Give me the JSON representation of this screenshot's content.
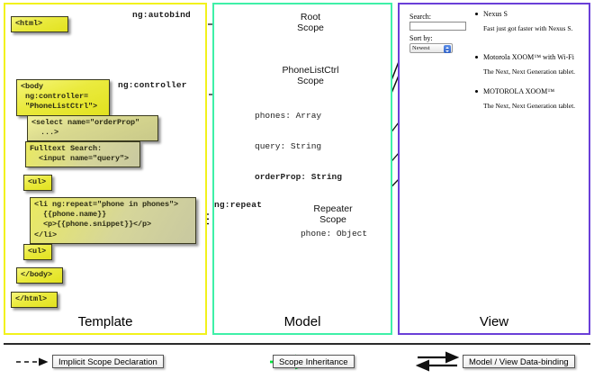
{
  "panels": {
    "template": {
      "label": "Template",
      "border_color": "#f2f21c"
    },
    "model": {
      "label": "Model",
      "border_color": "#3ff0a8"
    },
    "view": {
      "label": "View",
      "border_color": "#6a3fd8"
    }
  },
  "template_code": [
    {
      "name": "html-open-tag",
      "text": "<html>"
    },
    {
      "name": "body-open-tag",
      "text": "<body\n ng:controller=\n \"PhoneListCtrl\">"
    },
    {
      "name": "select-tag",
      "text": "<select name=\"orderProp\"\n  ...>"
    },
    {
      "name": "fulltext-search",
      "text": "Fulltext Search:\n  <input name=\"query\">"
    },
    {
      "name": "ul-open-tag",
      "text": "<ul>"
    },
    {
      "name": "li-repeat-tag",
      "text": "<li ng:repeat=\"phone in phones\">\n  {{phone.name}}\n  <p>{{phone.snippet}}</p>\n</li>"
    },
    {
      "name": "ul-close-tag",
      "text": "<ul>"
    },
    {
      "name": "body-close-tag",
      "text": "</body>"
    },
    {
      "name": "html-close-tag",
      "text": "</html>"
    }
  ],
  "connectors": {
    "autobind": "ng:autobind",
    "controller": "ng:controller",
    "repeat": "ng:repeat"
  },
  "scopes": [
    {
      "name": "root-scope",
      "title": "Root\nScope",
      "props": []
    },
    {
      "name": "phone-list-ctrl-scope",
      "title": "PhoneListCtrl\nScope",
      "props": [
        "phones: Array",
        "query: String",
        "orderProp: String"
      ],
      "bold_props": [
        "orderProp: String"
      ]
    },
    {
      "name": "repeater-scope",
      "title": "Repeater\nScope",
      "props": [
        "phone: Object"
      ]
    }
  ],
  "view": {
    "search_label": "Search:",
    "search_value": "",
    "sort_label": "Sort by:",
    "sort_value": "Newest",
    "phones": [
      {
        "name": "Nexus S",
        "snippet": "Fast just got faster with Nexus S."
      },
      {
        "name": "Motorola XOOM™  with Wi-Fi",
        "snippet": "The Next, Next Generation tablet."
      },
      {
        "name": "MOTOROLA XOOM™",
        "snippet": "The Next, Next Generation tablet."
      }
    ]
  },
  "legend": [
    {
      "name": "implicit-scope-declaration",
      "label": "Implicit Scope Declaration",
      "arrow": "dashed-black"
    },
    {
      "name": "scope-inheritance",
      "label": "Scope Inheritance",
      "arrow": "solid-green"
    },
    {
      "name": "model-view-data-binding",
      "label": "Model / View Data-binding",
      "arrow": "double-black"
    }
  ],
  "colors": {
    "scope_green_light": "#d9f7e2",
    "scope_green_dark": "#49d18a",
    "inheritance_green": "#00e83c",
    "code_yellow": "#e2e21f"
  }
}
